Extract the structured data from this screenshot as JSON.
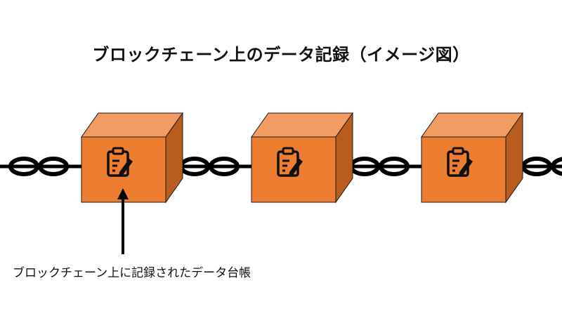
{
  "title": "ブロックチェーン上のデータ記録（イメージ図）",
  "blocks": [
    {
      "icon": "clipboard-edit-icon"
    },
    {
      "icon": "clipboard-edit-icon"
    },
    {
      "icon": "clipboard-edit-icon"
    }
  ],
  "annotation": {
    "label": "ブロックチェーン上に記録されたデータ台帳",
    "points_to_block": 1
  },
  "colors": {
    "block_front": "#ED7D31",
    "block_top": "#F29B62",
    "block_side": "#B85C20",
    "block_outline": "#1a1a1a",
    "chain": "#000000",
    "text": "#111111"
  }
}
